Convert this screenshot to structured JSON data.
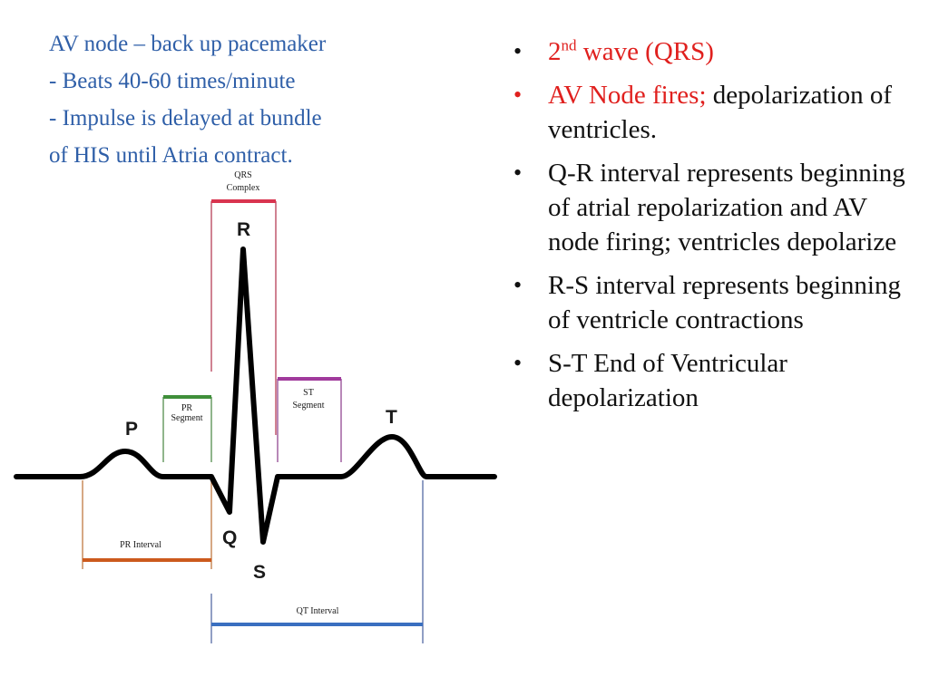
{
  "caption": {
    "lines": [
      "AV node – back up pacemaker",
      "- Beats 40-60 times/minute",
      "- Impulse is delayed at bundle",
      "of HIS until Atria contract."
    ]
  },
  "bullets": {
    "b1": {
      "pre": "2",
      "sup": "nd",
      "post": " wave (QRS)"
    },
    "b2": {
      "red": "AV Node fires;",
      "rest": " depolarization of ventricles."
    },
    "b3": "Q-R interval represents beginning of atrial repolarization and AV node firing; ventricles depolarize",
    "b4": "R-S interval represents beginning of ventricle contractions",
    "b5": "S-T End of Ventricular depolarization",
    "marker": "•"
  },
  "diagram": {
    "waves": {
      "p": "P",
      "q": "Q",
      "r": "R",
      "s": "S",
      "t": "T"
    },
    "labels": {
      "qrs_complex_1": "QRS",
      "qrs_complex_2": "Complex",
      "pr_segment_1": "PR",
      "pr_segment_2": "Segment",
      "st_segment_1": "ST",
      "st_segment_2": "Segment",
      "pr_interval": "PR Interval",
      "qt_interval": "QT Interval"
    },
    "colors": {
      "trace": "#000000",
      "qrs_complex": "#d9344f",
      "pr_segment": "#3f8f3a",
      "st_segment": "#a03a9c",
      "pr_interval": "#cc5a1d",
      "qt_interval": "#3a6fc0",
      "guide_red": "#c0596e",
      "guide_green": "#6a9c66",
      "guide_purple": "#a060a0",
      "guide_orange": "#c98a5a",
      "guide_blue": "#6c7fb0"
    }
  }
}
